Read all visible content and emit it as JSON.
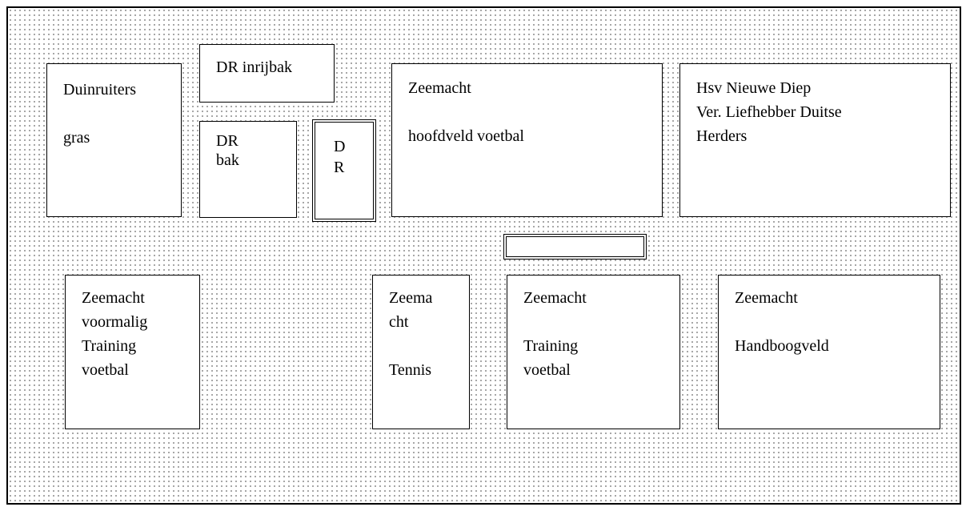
{
  "map": {
    "boxes": {
      "duinruiters_gras": {
        "line1": "Duinruiters",
        "line2": "gras"
      },
      "dr_inrijbak": {
        "label": "DR inrijbak"
      },
      "dr_bak": {
        "line1": "DR",
        "line2": "bak"
      },
      "dr_small": {
        "line1": "D",
        "line2": "R"
      },
      "zeemacht_hoofdveld": {
        "line1": "Zeemacht",
        "line2": "hoofdveld voetbal"
      },
      "hsv_nieuwe_diep": {
        "line1": "Hsv Nieuwe Diep",
        "line2": "Ver. Liefhebber Duitse",
        "line3": "Herders"
      },
      "zeemacht_voormalig": {
        "line1": "Zeemacht",
        "line2": "voormalig",
        "line3": "Training",
        "line4": "voetbal"
      },
      "zeemacht_tennis": {
        "line1": "Zeema",
        "line2": "cht",
        "line3": "Tennis"
      },
      "zeemacht_training": {
        "line1": "Zeemacht",
        "line2": "Training",
        "line3": "voetbal"
      },
      "zeemacht_handboog": {
        "line1": "Zeemacht",
        "line2": "Handboogveld"
      }
    }
  }
}
